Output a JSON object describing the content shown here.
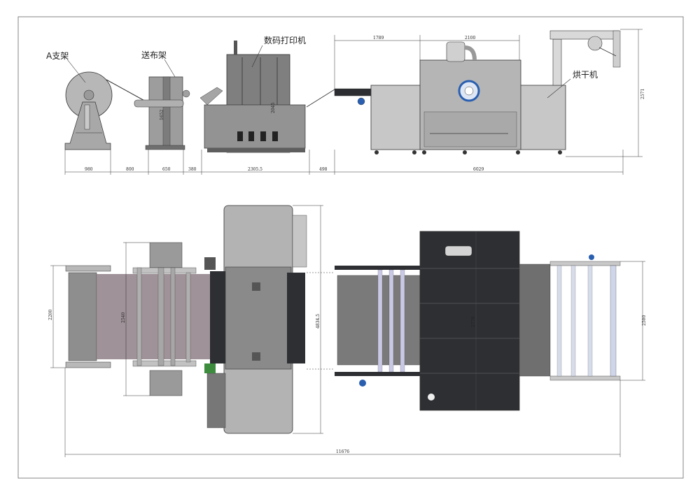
{
  "labels": {
    "a_frame": "A支架",
    "feeder": "送布架",
    "printer": "数码打印机",
    "dryer": "烘干机"
  },
  "side_view": {
    "bottom_dims": [
      "980",
      "800",
      "650",
      "380",
      "2305.5",
      "498",
      "6029"
    ],
    "top_dims": [
      "1789",
      "2100"
    ],
    "height_right": "2571",
    "feeder_height": "1652",
    "printer_height": "2045"
  },
  "top_view": {
    "left_width": "2200",
    "feeder_width": "2540",
    "printer_depth": "4834.5",
    "dryer_width": "2770",
    "right_width": "2500",
    "total_length": "11676"
  },
  "colors": {
    "body_gray": "#8a8a8a",
    "light_gray": "#c4c4c4",
    "dark_panel": "#2d2f33",
    "fabric": "#8e7f86",
    "accent_blue": "#2a5fb0"
  }
}
